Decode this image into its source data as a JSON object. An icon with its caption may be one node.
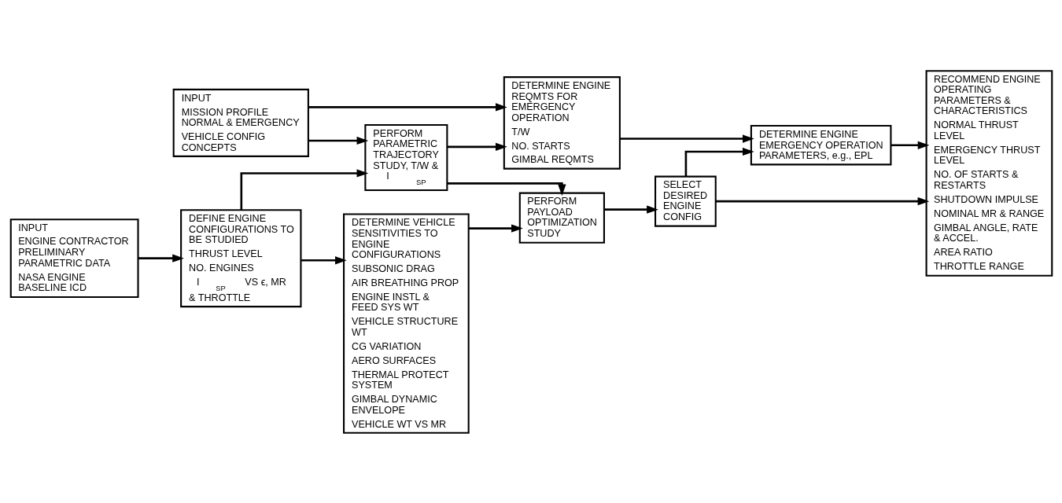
{
  "diagram": {
    "nodes": [
      {
        "text": [
          "INPUT",
          "MISSION PROFILE NORMAL & EMERGENCY",
          "VEHICLE CONFIG CONCEPTS"
        ]
      },
      {
        "text": [
          "DETERMINE ENGINE REQMTS FOR EMERGENCY OPERATION",
          "T/W",
          "NO. STARTS",
          "GIMBAL REQMTS"
        ]
      },
      {
        "text": [
          "DETERMINE ENGINE EMERGENCY OPERATION PARAMETERS, e.g., EPL"
        ]
      },
      {
        "text": [
          "PERFORM PARAMETRIC TRAJECTORY STUDY, T/W & I$_{SP}$"
        ]
      },
      {
        "text": [
          "PERFORM PAYLOAD OPTIMIZATION STUDY"
        ]
      },
      {
        "text": [
          "SELECT DESIRED ENGINE CONFIG"
        ]
      },
      {
        "text": [
          "RECOMMEND ENGINE OPERATING PARAMETERS & CHARACTERISTICS",
          "NORMAL THRUST LEVEL",
          "EMERGENCY THRUST LEVEL",
          "NO. OF STARTS & RESTARTS",
          "SHUTDOWN IMPULSE",
          "NOMINAL MR & RANGE",
          "GIMBAL ANGLE, RATE & ACCEL.",
          "AREA RATIO",
          "THROTTLE RANGE"
        ]
      },
      {
        "text": [
          "DETERMINE VEHICLE SENSITIVITIES TO ENGINE CONFIGURATIONS",
          "SUBSONIC DRAG",
          "AIR BREATHING PROP",
          "ENGINE INSTL & FEED SYS WT",
          "VEHICLE STRUCTURE WT",
          "CG VARIATION",
          "AERO SURFACES",
          "THERMAL PROTECT SYSTEM",
          "GIMBAL DYNAMIC ENVELOPE",
          "VEHICLE WT VS MR"
        ]
      },
      {
        "text": [
          "INPUT",
          "ENGINE CONTRACTOR PRELIMINARY PARAMETRIC DATA",
          "NASA ENGINE BASELINE ICD"
        ]
      },
      {
        "text": [
          "DEFINE ENGINE CONFIGURATIONS TO BE STUDIED",
          "THRUST LEVEL",
          "NO. ENGINES",
          "I$_{SP}$ VS ϵ, MR & THROTTLE"
        ]
      }
    ],
    "edges": [
      {
        "from": 0,
        "to": 1,
        "arrow": "to"
      },
      {
        "from": 1,
        "to": 2,
        "arrow": "to"
      },
      {
        "from": 2,
        "to": 6,
        "arrow": "to"
      },
      {
        "from": 5,
        "to": 2,
        "arrow": "to"
      },
      {
        "from": 4,
        "to": 5,
        "arrow": "to"
      },
      {
        "from": 5,
        "to": 6,
        "arrow": "to"
      },
      {
        "from": 3,
        "to": 1,
        "arrow": "to"
      },
      {
        "from": 3,
        "to": 4,
        "arrow": "to"
      },
      {
        "from": 0,
        "to": 3,
        "arrow": "to"
      },
      {
        "from": 7,
        "to": 4,
        "arrow": "to"
      },
      {
        "from": 8,
        "to": 9,
        "arrow": "to"
      },
      {
        "from": 9,
        "to": 3,
        "arrow": "to"
      },
      {
        "from": 9,
        "to": 7,
        "arrow": "to"
      }
    ]
  }
}
